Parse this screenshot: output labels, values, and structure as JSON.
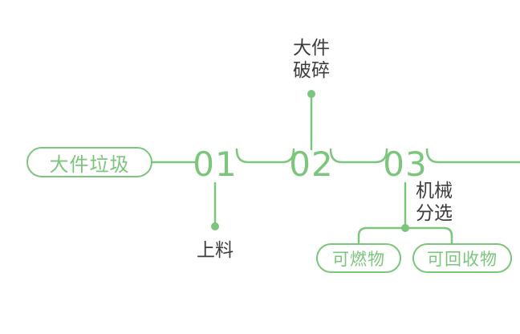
{
  "colors": {
    "green": "#7cc57c",
    "text_dark": "#3c3c3c",
    "background": "#ffffff"
  },
  "source": {
    "label": "大件垃圾"
  },
  "steps": [
    {
      "number": "01",
      "label_lines": [
        "上料"
      ]
    },
    {
      "number": "02",
      "label_lines": [
        "大件",
        "破碎"
      ]
    },
    {
      "number": "03",
      "label_lines": [
        "机械",
        "分选"
      ]
    }
  ],
  "outputs": [
    {
      "label": "可燃物"
    },
    {
      "label": "可回收物"
    }
  ]
}
